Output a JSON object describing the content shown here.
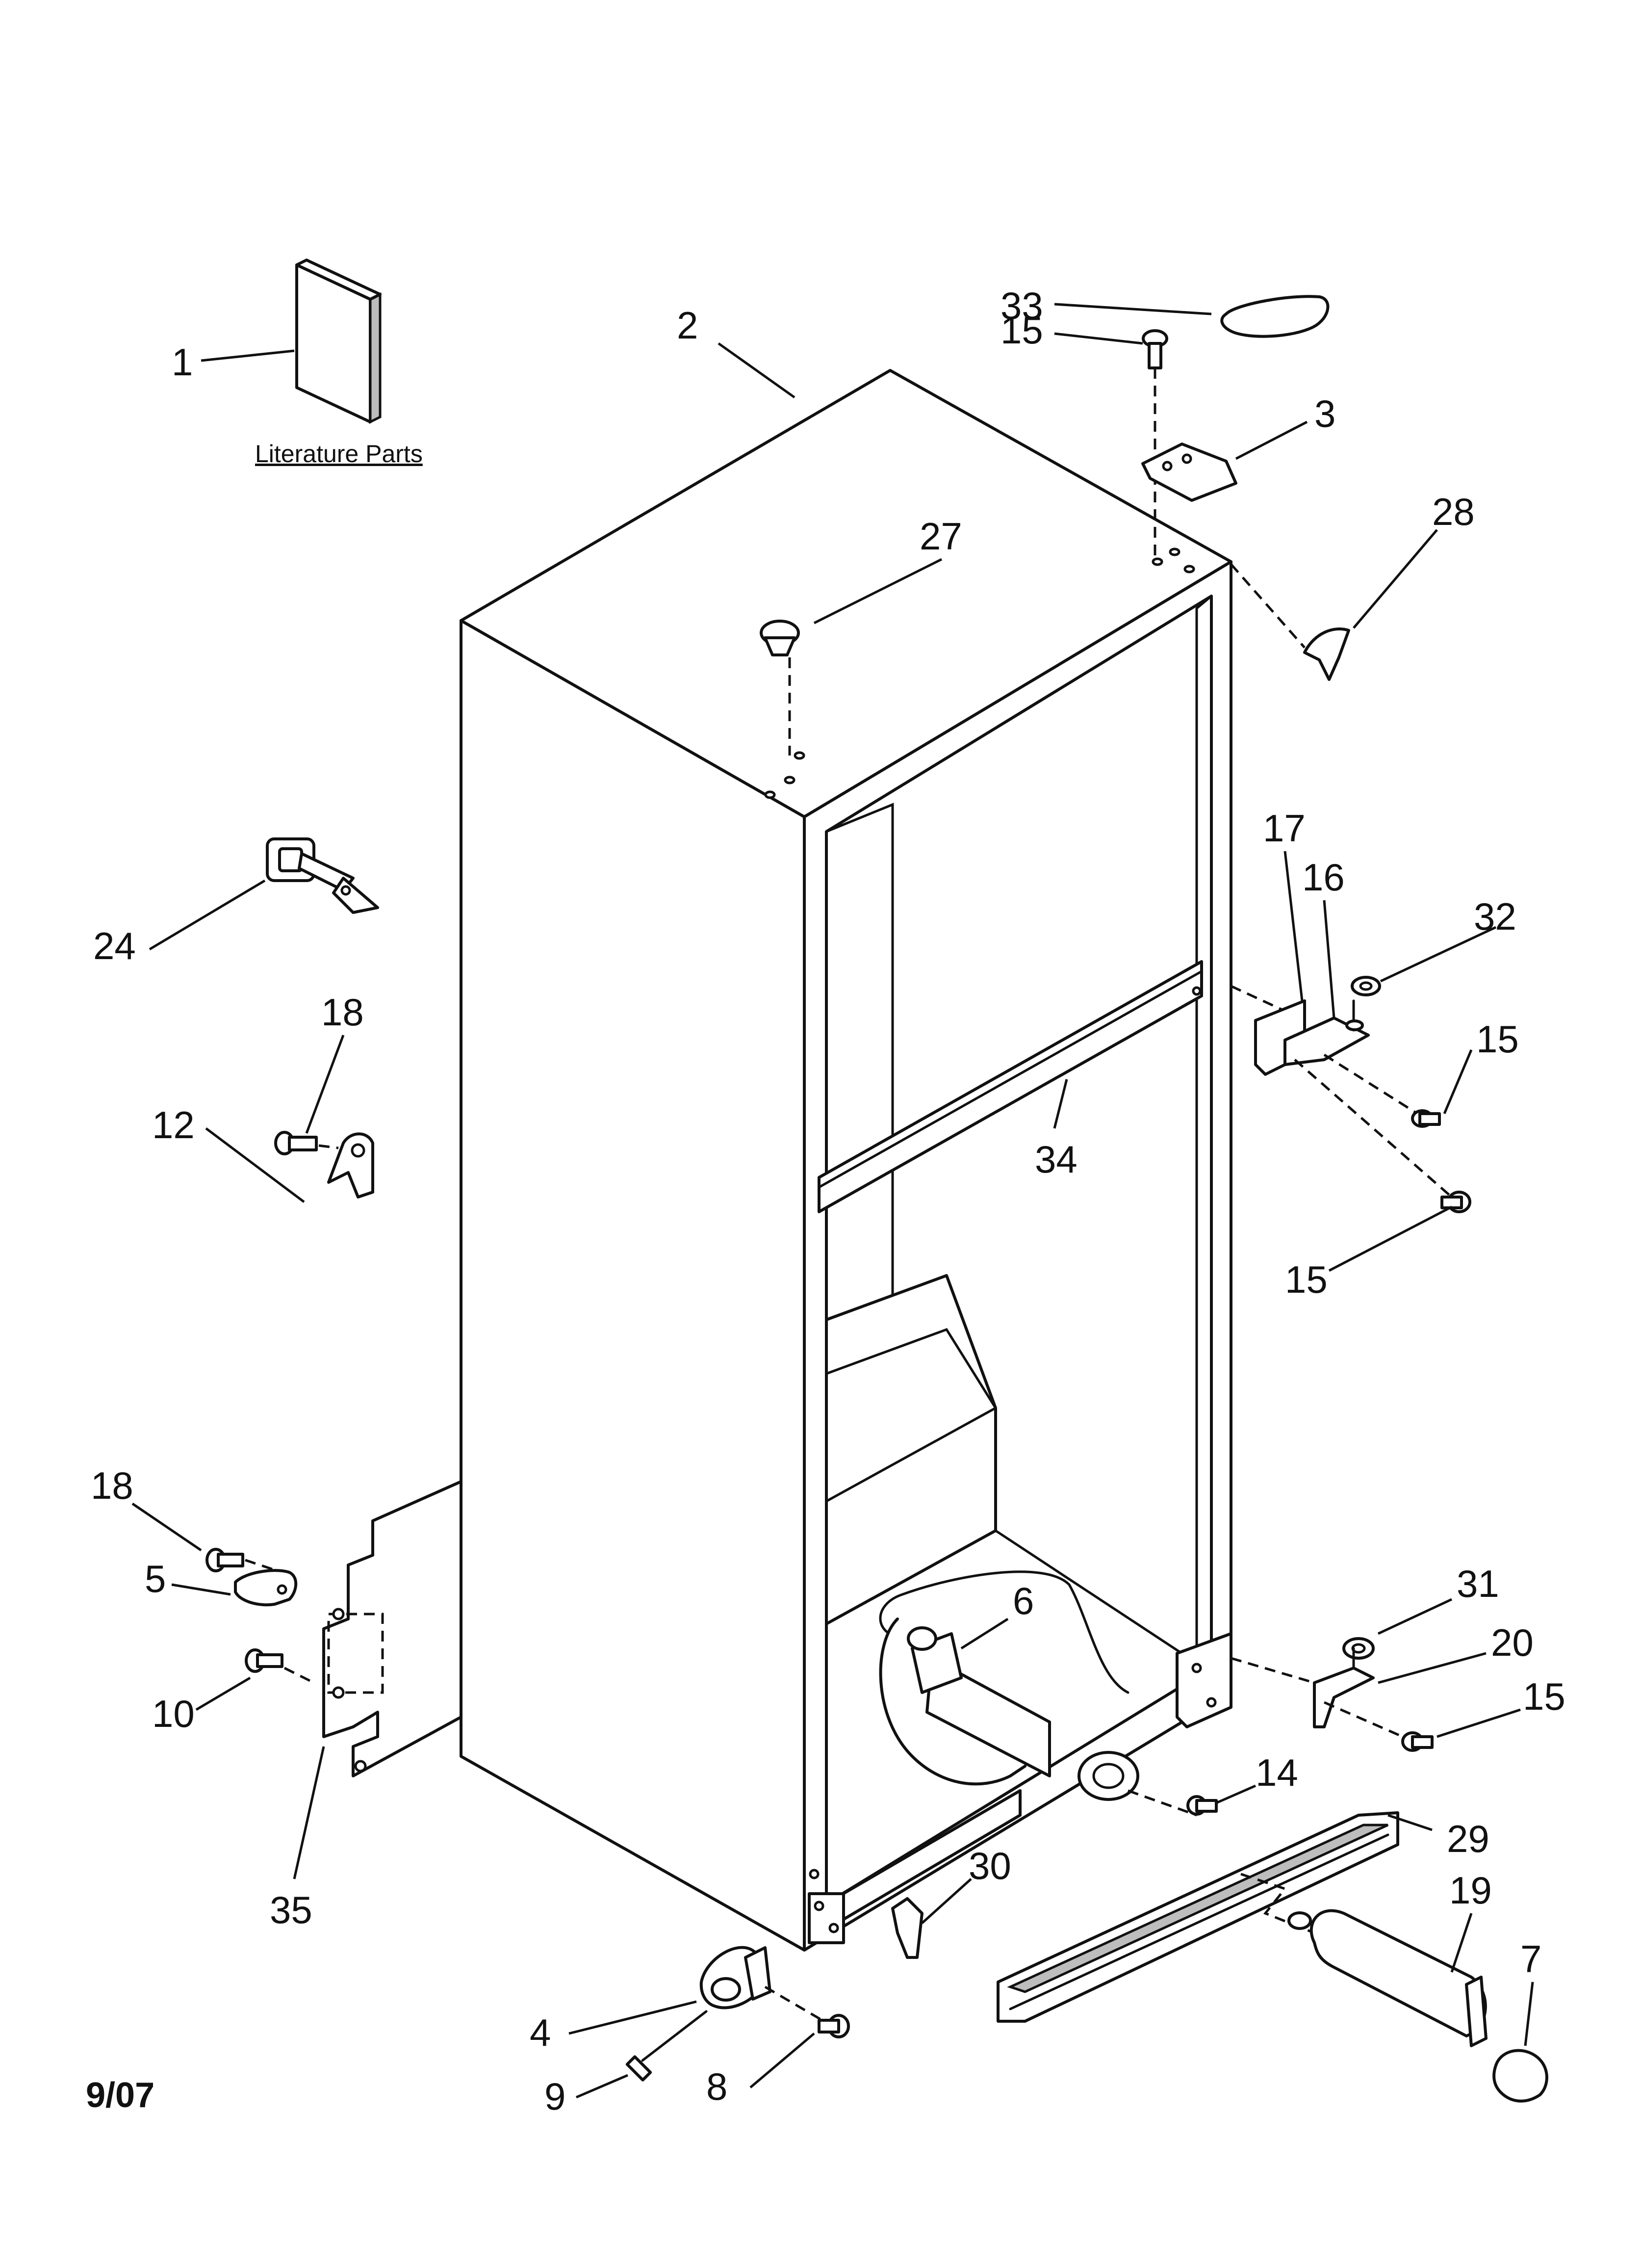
{
  "diagram": {
    "literature_caption": "Literature Parts",
    "date_code": "9/07",
    "callouts": [
      {
        "id": "c1",
        "label": "1"
      },
      {
        "id": "c2",
        "label": "2"
      },
      {
        "id": "c33",
        "label": "33"
      },
      {
        "id": "c15a",
        "label": "15"
      },
      {
        "id": "c3",
        "label": "3"
      },
      {
        "id": "c28",
        "label": "28"
      },
      {
        "id": "c27",
        "label": "27"
      },
      {
        "id": "c17",
        "label": "17"
      },
      {
        "id": "c16",
        "label": "16"
      },
      {
        "id": "c32",
        "label": "32"
      },
      {
        "id": "c15b",
        "label": "15"
      },
      {
        "id": "c24",
        "label": "24"
      },
      {
        "id": "c18a",
        "label": "18"
      },
      {
        "id": "c12",
        "label": "12"
      },
      {
        "id": "c34",
        "label": "34"
      },
      {
        "id": "c15c",
        "label": "15"
      },
      {
        "id": "c18b",
        "label": "18"
      },
      {
        "id": "c5",
        "label": "5"
      },
      {
        "id": "c6",
        "label": "6"
      },
      {
        "id": "c31",
        "label": "31"
      },
      {
        "id": "c20",
        "label": "20"
      },
      {
        "id": "c15d",
        "label": "15"
      },
      {
        "id": "c10",
        "label": "10"
      },
      {
        "id": "c14",
        "label": "14"
      },
      {
        "id": "c29",
        "label": "29"
      },
      {
        "id": "c30",
        "label": "30"
      },
      {
        "id": "c19",
        "label": "19"
      },
      {
        "id": "c35",
        "label": "35"
      },
      {
        "id": "c7",
        "label": "7"
      },
      {
        "id": "c4",
        "label": "4"
      },
      {
        "id": "c9",
        "label": "9"
      },
      {
        "id": "c8",
        "label": "8"
      }
    ]
  }
}
